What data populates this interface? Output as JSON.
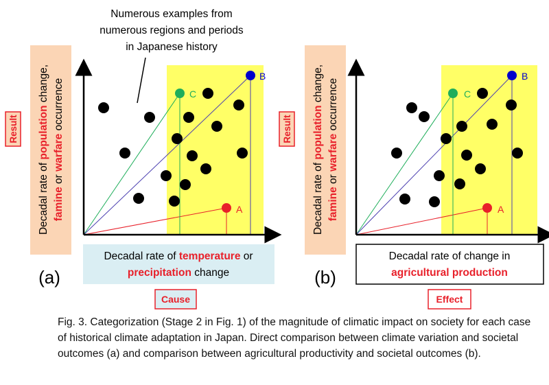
{
  "annotation": {
    "lines": [
      "Numerous examples  from",
      "numerous regions and periods",
      "in Japanese history"
    ]
  },
  "panels": [
    {
      "label": "(a)",
      "y_axis": {
        "text": "Decadal rate of population change, famine or warfare occurrence",
        "line1_before": "Decadal rate of ",
        "line1_bold": "population",
        "line1_after": " change,",
        "line2_bold": "famine",
        "line2_mid": " or ",
        "line2_bold2": "warfare",
        "line2_after": " occurrence"
      },
      "result_badge": "Result",
      "x_box": {
        "line1_before": "Decadal rate of ",
        "line1_bold": "temperature",
        "line1_after": " or",
        "line2_bold": "precipitation",
        "line2_after": " change"
      },
      "bottom_badge": "Cause",
      "points": {
        "A": "A",
        "B": "B",
        "C": "C"
      }
    },
    {
      "label": "(b)",
      "y_axis": {
        "text": "Decadal rate of population change, famine or warfare occurrence",
        "line1_before": "Decadal rate of ",
        "line1_bold": "population",
        "line1_after": " change,",
        "line2_bold": "famine",
        "line2_mid": " or ",
        "line2_bold2": "warfare",
        "line2_after": " occurrence"
      },
      "result_badge": "Result",
      "x_box": {
        "line1": "Decadal rate of change in",
        "line2_bold": "agricultural production"
      },
      "bottom_badge": "Effect",
      "points": {
        "A": "A",
        "B": "B",
        "C": "C"
      }
    }
  ],
  "caption": "Fig. 3. Categorization (Stage 2 in Fig. 1) of the magnitude of climatic impact on society for each case of historical climate adaptation in Japan. Direct comparison between climate variation and societal outcomes (a) and comparison between agricultural productivity and societal outcomes (b).",
  "colors": {
    "highlight": "#ffff66",
    "red": "#e8202a",
    "blue": "#0000cc",
    "green": "#1fae5b",
    "purple": "#4b3fb0",
    "result_bg": "#fbd5b5",
    "cause_bg": "#daeef3"
  }
}
